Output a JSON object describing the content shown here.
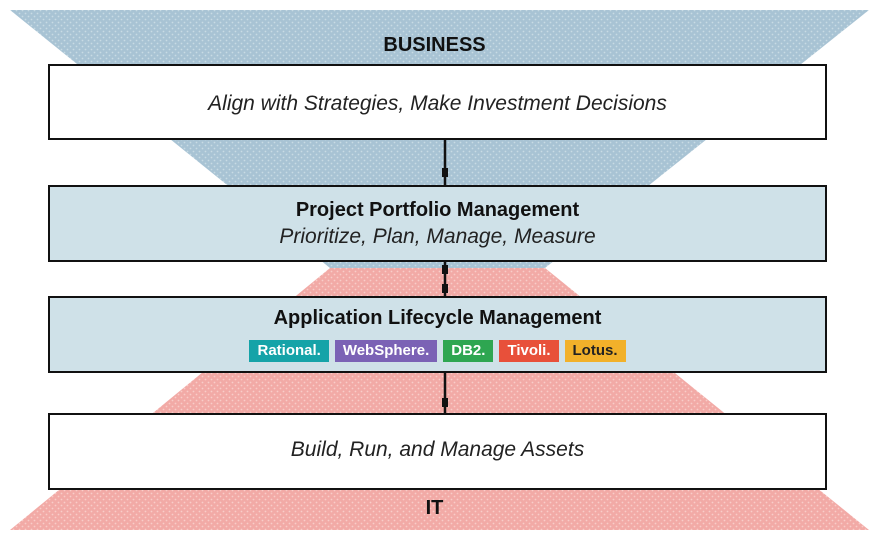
{
  "colors": {
    "business_funnel": "#a8c3d4",
    "it_funnel": "#f2aaa6",
    "box_blue": "#cfe1e8",
    "box_white": "#ffffff"
  },
  "top_label": "BUSINESS",
  "bottom_label": "IT",
  "box1": {
    "text": "Align with Strategies, Make Investment Decisions"
  },
  "box2": {
    "title": "Project Portfolio Management",
    "subtitle": "Prioritize, Plan, Manage, Measure"
  },
  "box3": {
    "title": "Application Lifecycle Management",
    "brands": [
      {
        "name": "Rational.",
        "color": "#15a3a8"
      },
      {
        "name": "WebSphere.",
        "color": "#7b62b5"
      },
      {
        "name": "DB2.",
        "color": "#2ea651"
      },
      {
        "name": "Tivoli.",
        "color": "#e8503a"
      },
      {
        "name": "Lotus.",
        "color": "#f2b12a",
        "text_color": "#222222"
      }
    ]
  },
  "box4": {
    "text": "Build, Run, and Manage Assets"
  }
}
